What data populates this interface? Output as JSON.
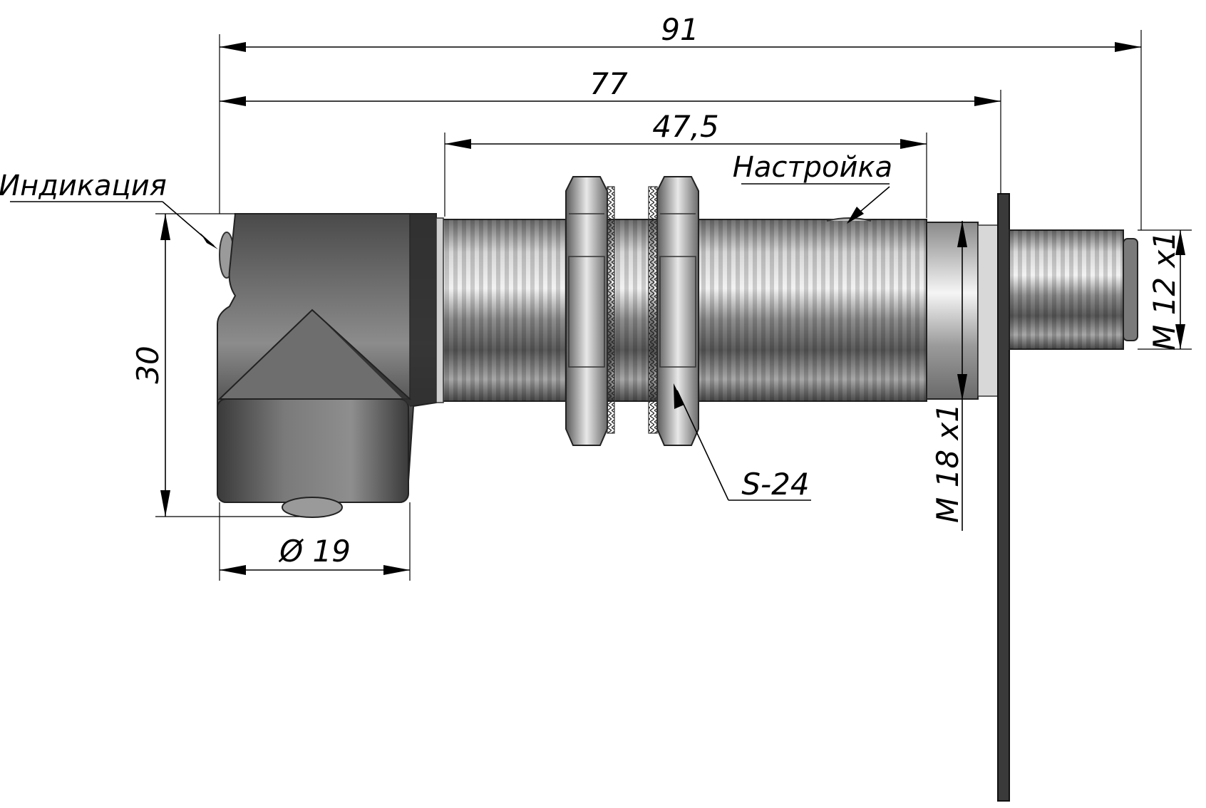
{
  "dimensions": {
    "overall_length": "91",
    "body_length": "77",
    "thread_length": "47,5",
    "height": "30",
    "diameter": "Ø 19",
    "main_thread": "M 18 x1",
    "connector_thread": "M 12 x1",
    "nut_size": "S-24"
  },
  "callouts": {
    "indication": "Индикация",
    "adjustment": "Настройка"
  },
  "colors": {
    "line": "#000000",
    "body_dark": "#3c3c3c",
    "metal_mid": "#8a8a8a",
    "metal_light": "#e6e6e6"
  }
}
